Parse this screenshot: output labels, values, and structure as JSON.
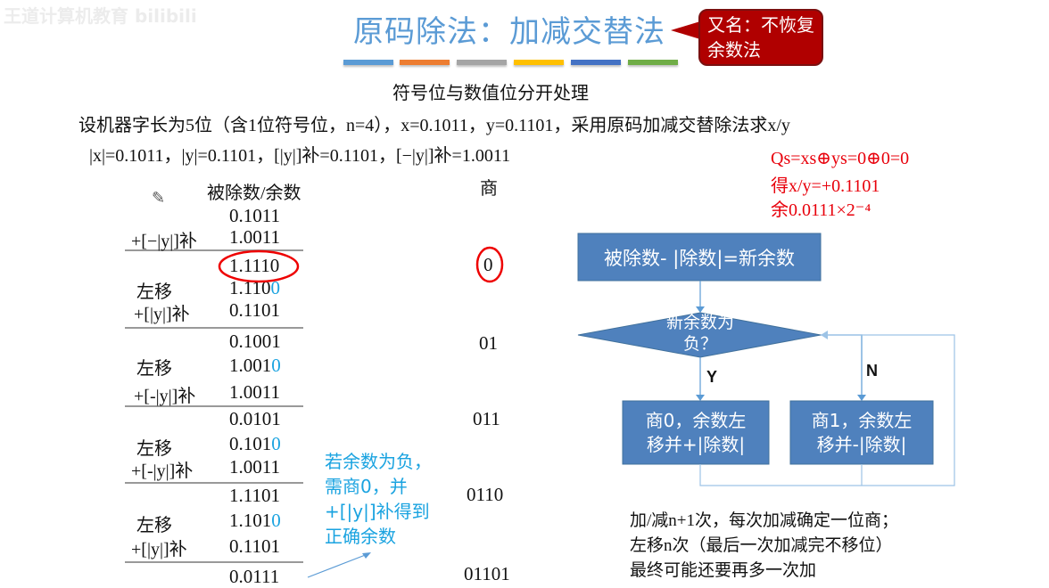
{
  "watermark": "王道计算机教育 bilibili",
  "title": "原码除法：加减交替法",
  "callout": "又名：不恢复余数法",
  "title_bar_colors": [
    "#5b9bd5",
    "#ed7d31",
    "#a5a5a5",
    "#ffc000",
    "#4472c4",
    "#70ad47"
  ],
  "subtitle": "符号位与数值位分开处理",
  "problem": "设机器字长为5位（含1位符号位，n=4），x=0.1011，y=0.1101，采用原码加减交替除法求x/y",
  "given": "|x|=0.1011，|y|=0.1101，[|y|]补=0.1101，[−|y|]补=1.0011",
  "result": {
    "sign": "Qs=xs⊕ys=0⊕0=0",
    "quotient": "得x/y=+0.1101",
    "remainder": "余0.0111×2⁻⁴"
  },
  "table": {
    "header_dividend": "被除数/余数",
    "header_quotient": "商",
    "numbers": [
      "0.1011",
      "1.0011",
      "1.1110",
      "1.110",
      "0.1101",
      "0.1001",
      "1.001",
      "1.0011",
      "0.0101",
      "0.101",
      "1.0011",
      "1.1101",
      "1.101",
      "0.1101",
      "0.0111"
    ],
    "shift_bit": "0",
    "labels": [
      "+[−|y|]补",
      "左移",
      "+[|y|]补",
      "左移",
      "+[-|y|]补",
      "左移",
      "+[-|y|]补",
      "左移",
      "+[|y|]补"
    ],
    "quotients": [
      "0",
      "01",
      "011",
      "0110",
      "01101"
    ]
  },
  "note": [
    "若余数为负，",
    "需商0，并",
    "+[|y|]补得到",
    "正确余数"
  ],
  "flow": {
    "step1": "被除数- |除数|=新余数",
    "decision": [
      "新余数为",
      "负？"
    ],
    "yes": "Y",
    "no": "N",
    "yes_box": [
      "商0，余数左",
      "移并+|除数|"
    ],
    "no_box": [
      "商1，余数左",
      "移并-|除数|"
    ]
  },
  "summary": [
    "加/减n+1次，每次加减确定一位商；",
    "左移n次（最后一次加减完不移位）",
    "最终可能还要再多一次加"
  ]
}
